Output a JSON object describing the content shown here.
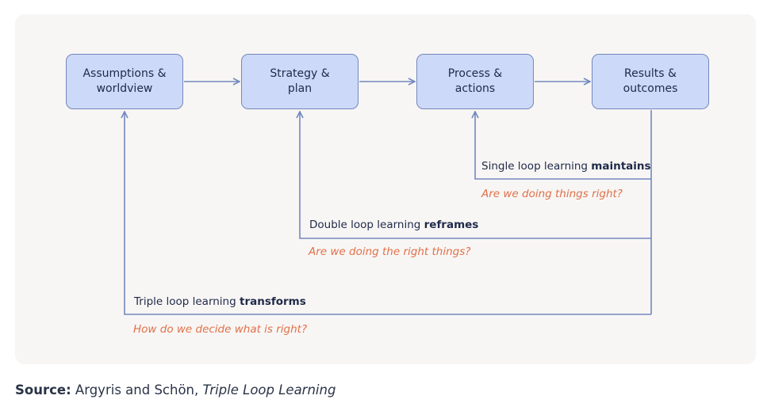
{
  "stages": [
    {
      "label": "Assumptions &\nworldview"
    },
    {
      "label": "Strategy &\nplan"
    },
    {
      "label": "Process &\nactions"
    },
    {
      "label": "Results &\noutcomes"
    }
  ],
  "loops": {
    "single": {
      "text": "Single loop learning ",
      "emphasis": "maintains",
      "question": "Are we doing things right?"
    },
    "double": {
      "text": "Double loop learning ",
      "emphasis": "reframes",
      "question": "Are we doing the right things?"
    },
    "triple": {
      "text": "Triple loop learning ",
      "emphasis": "transforms",
      "question": "How do we decide what is right?"
    }
  },
  "source": {
    "prefix": "Source:",
    "authors": " Argyris and Schön, ",
    "title": "Triple Loop Learning"
  },
  "colors": {
    "box_fill": "#cdd9f8",
    "line": "#7288be",
    "question": "#e0704a",
    "panel": "#f8f6f4"
  }
}
